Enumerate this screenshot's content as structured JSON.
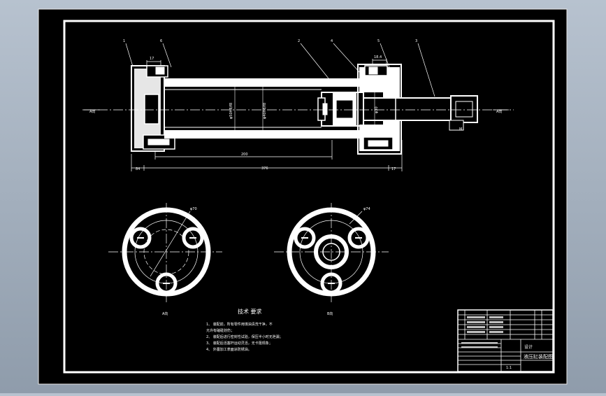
{
  "drawing": {
    "balloons": [
      "1",
      "6",
      "2",
      "4",
      "5",
      "3"
    ],
    "views": {
      "section_a": "A向",
      "view_a": "A向",
      "view_b": "B向"
    },
    "dims": {
      "d1": "17",
      "d2": "18.4",
      "stroke": "200",
      "total": "376",
      "left_end": "84",
      "right_end": "17",
      "bore": "φ50H8/f8",
      "rod": "φ40H8/f8",
      "rod_dia": "φ30",
      "thread": "M",
      "pcd_left": "φ70",
      "pcd_right": "φ74"
    },
    "notes": {
      "title": "技术  要求",
      "items": [
        "1、 装配前，所有零件用煤油清洗干净，不",
        "允许有磕碰划伤；",
        "2、 装配后进行密封性试验，保压半小时无泄漏；",
        "3、 装配后活塞杆运动灵活，无卡阻现象；",
        "4、 外露加工表面涂防锈油。"
      ]
    },
    "title_block": {
      "drawing_name": "液压缸装配图",
      "scale": "1:1",
      "company": "设计"
    }
  }
}
